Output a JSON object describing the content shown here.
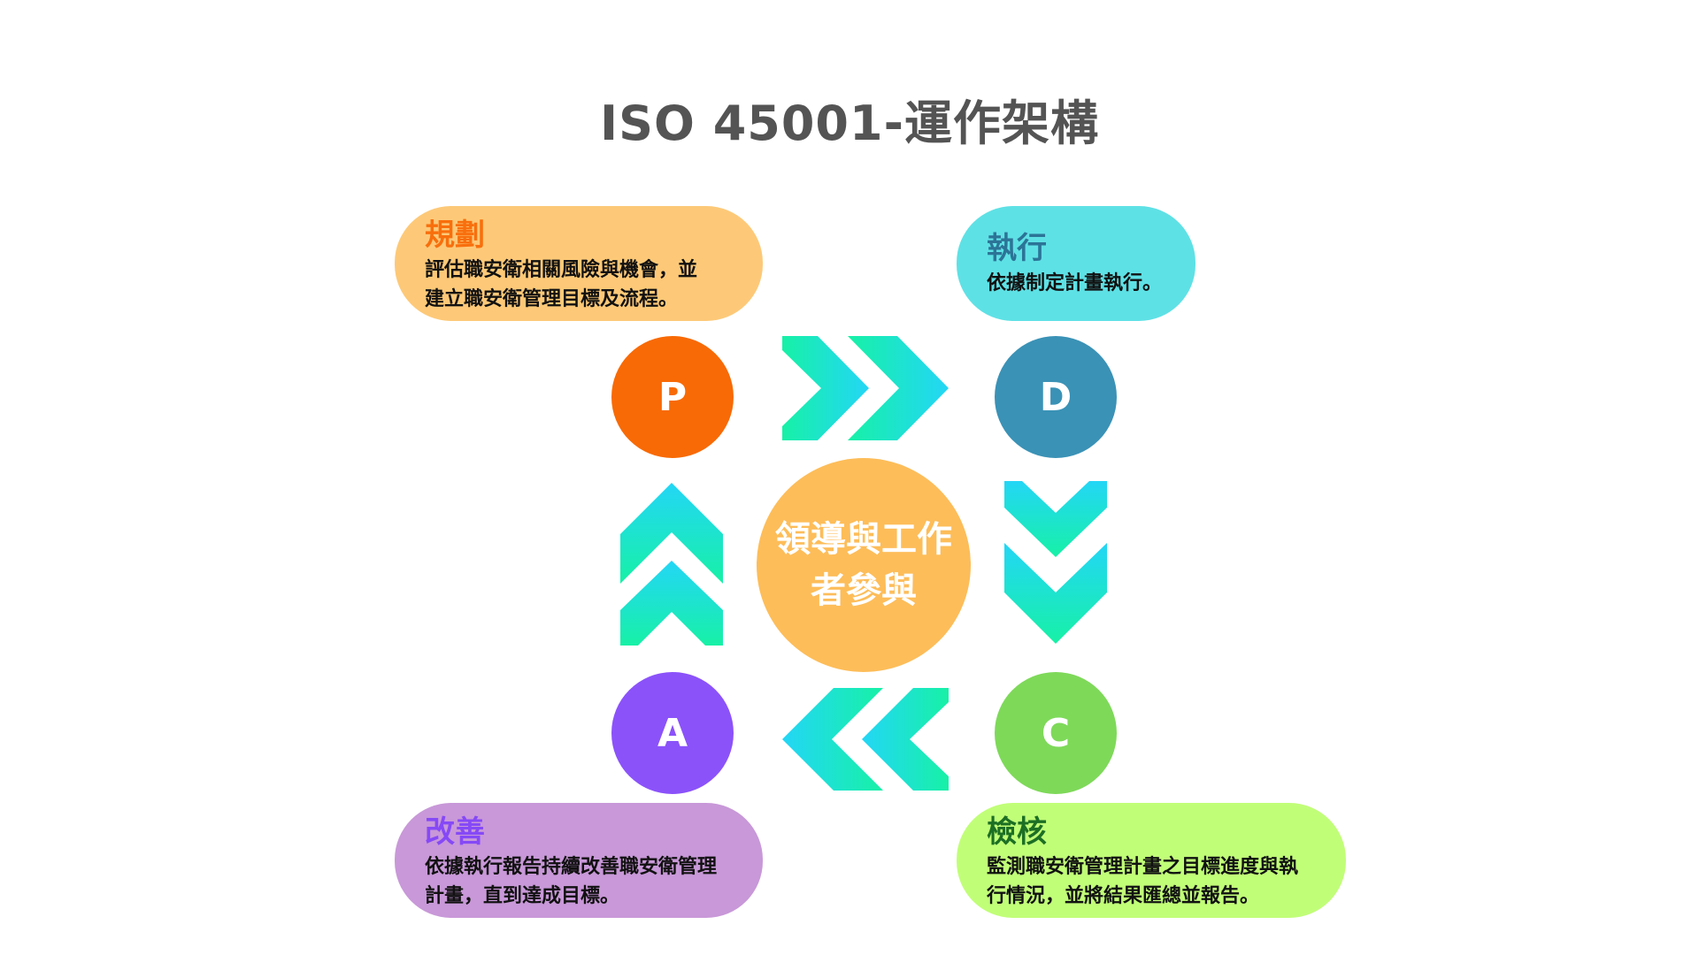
{
  "title": "ISO 45001-運作架構",
  "center": {
    "label": "領導與工作\n者參與"
  },
  "cycle": {
    "plan": {
      "letter": "P",
      "heading": "規劃",
      "desc": "評估職安衛相關風險與機會，並\n建立職安衛管理目標及流程。",
      "color": "#f86a05"
    },
    "do": {
      "letter": "D",
      "heading": "執行",
      "desc": "依據制定計畫執行。",
      "color": "#3a92b6"
    },
    "check": {
      "letter": "C",
      "heading": "檢核",
      "desc": "監測職安衛管理計畫之目標進度與執\n行情況，並將結果匯總並報告。",
      "color": "#7ed959"
    },
    "act": {
      "letter": "A",
      "heading": "改善",
      "desc": "依據執行報告持續改善職安衛管理\n計畫，直到達成目標。",
      "color": "#8b52fa"
    }
  },
  "colors": {
    "arrow_start": "#17f1a6",
    "arrow_end": "#23d6f6",
    "center": "#fdbd59"
  }
}
